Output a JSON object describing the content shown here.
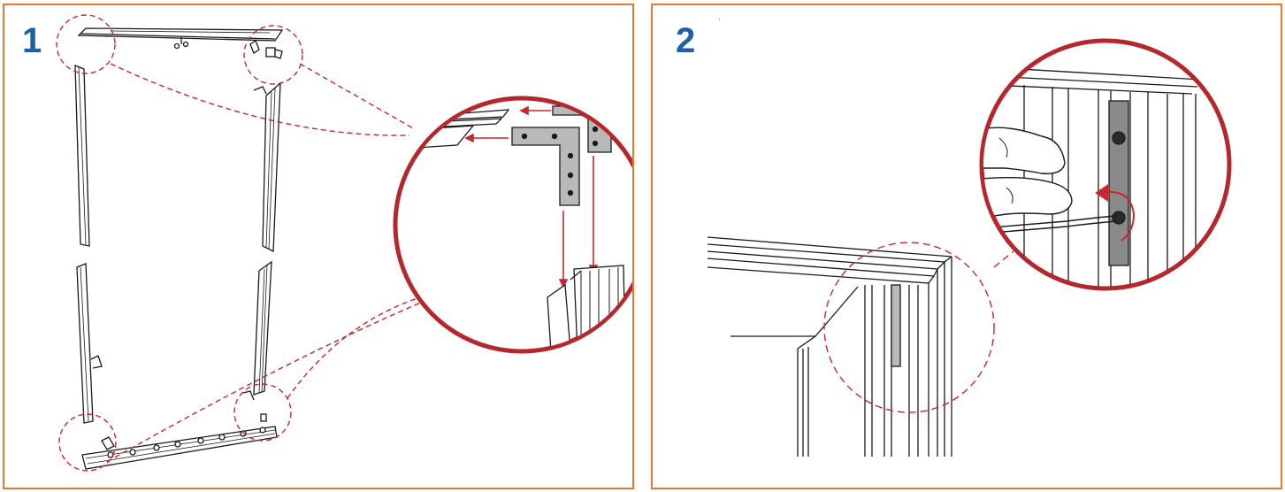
{
  "steps": [
    {
      "number": "1"
    },
    {
      "number": "2"
    }
  ],
  "colors": {
    "frame_border": "#e8782f",
    "step_number": "#1f5fa6",
    "callout_circle": "#b5272d",
    "arrow": "#c8272d",
    "dashed_callout": "#c8272d",
    "part_gray": "#b9b9b9",
    "line": "#1a1a1a"
  },
  "icons": [
    "circle-magnifier",
    "arrow-right",
    "arrow-down",
    "rotate-arrow",
    "hand-icon",
    "allen-key-icon"
  ]
}
